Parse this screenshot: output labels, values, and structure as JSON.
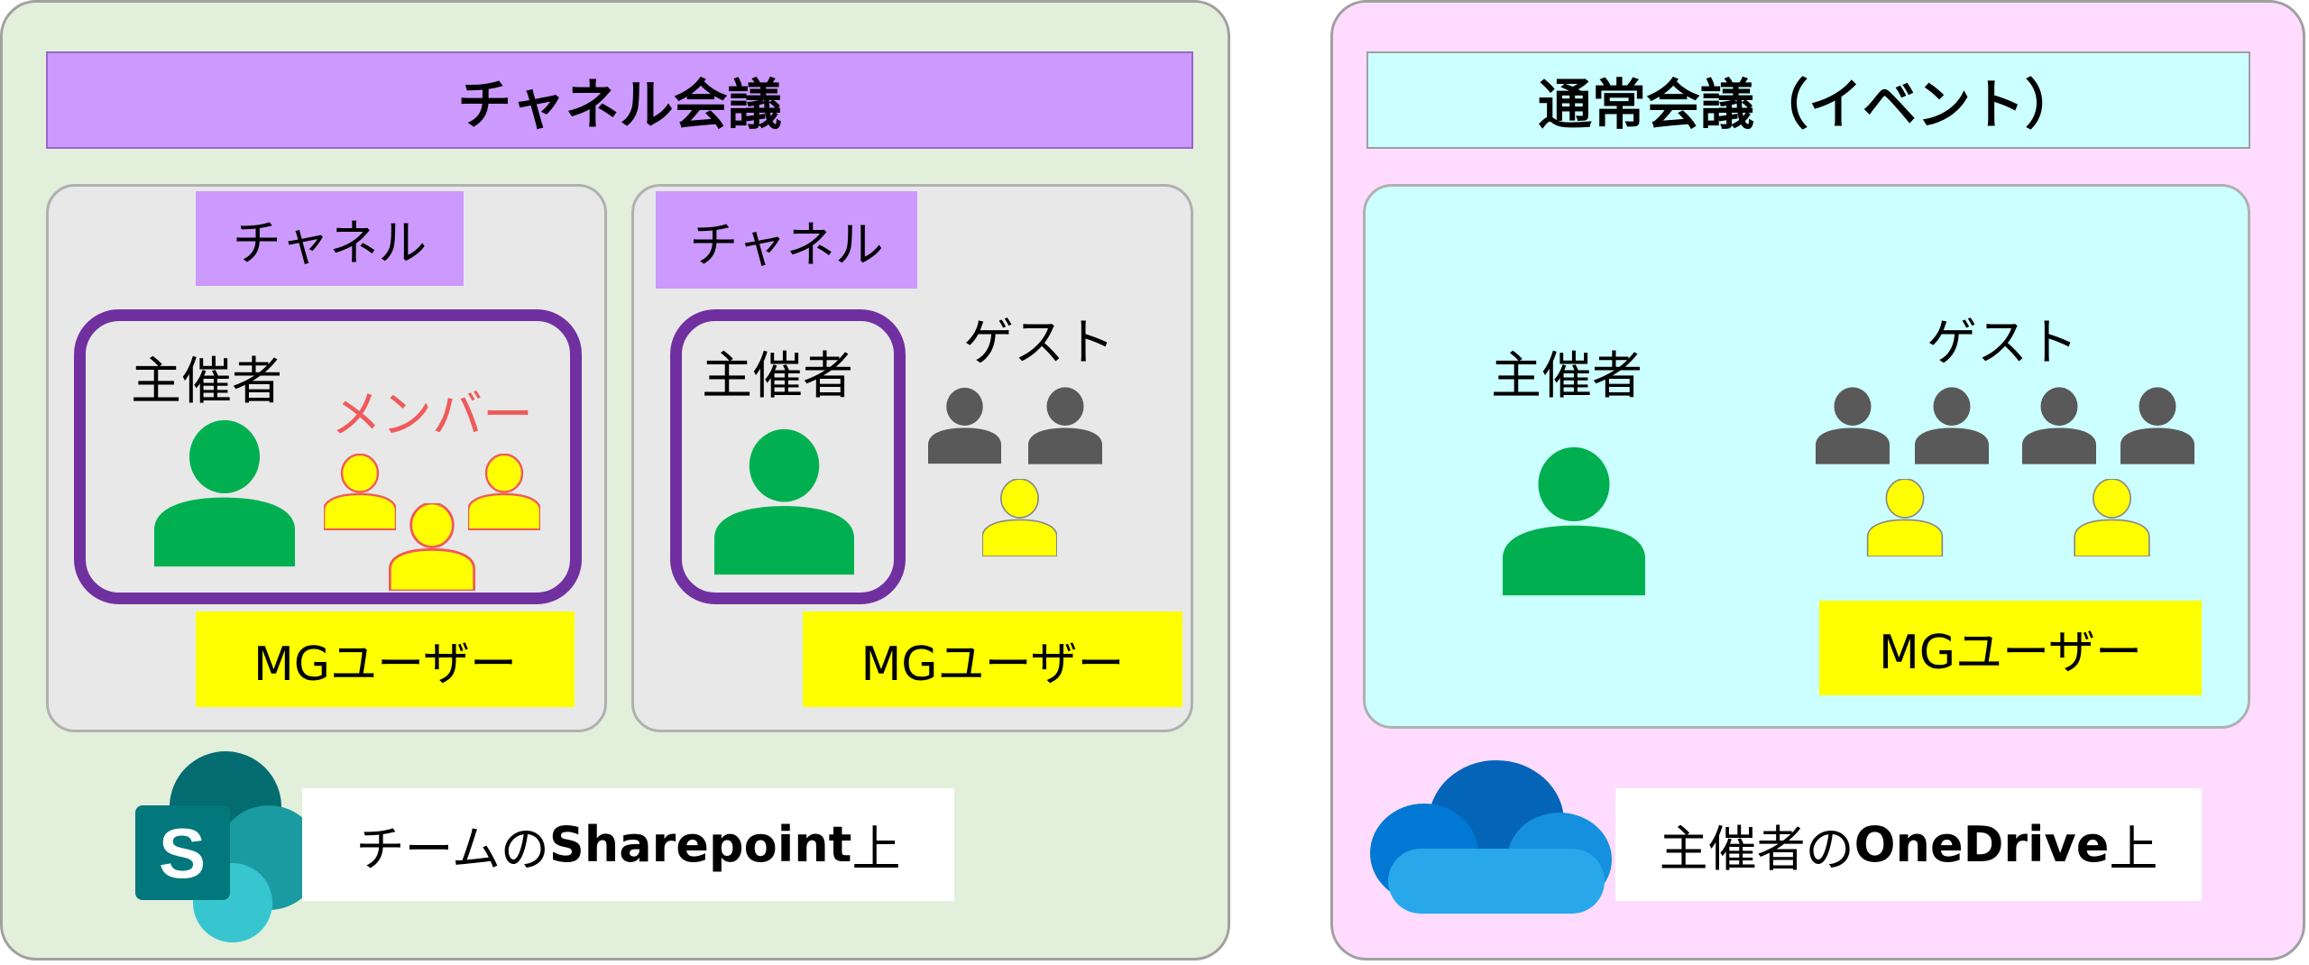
{
  "left": {
    "title": "チャネル会議",
    "cards": [
      {
        "channel_label": "チャネル",
        "organizer_label": "主催者",
        "member_label": "メンバー",
        "mg_label": "MGユーザー"
      },
      {
        "channel_label": "チャネル",
        "organizer_label": "主催者",
        "guest_label": "ゲスト",
        "mg_label": "MGユーザー"
      }
    ],
    "storage": {
      "prefix": "チームの",
      "name": "Sharepoint",
      "suffix": "上"
    },
    "icon": "sharepoint-icon"
  },
  "right": {
    "title": "通常会議（イベント）",
    "organizer_label": "主催者",
    "guest_label": "ゲスト",
    "mg_label": "MGユーザー",
    "storage": {
      "prefix": "主催者の",
      "name": "OneDrive",
      "suffix": "上"
    },
    "icon": "onedrive-icon"
  },
  "colors": {
    "organizer": "#00b050",
    "member": "#ffff00",
    "member_outline": "#f05a5a",
    "guest": "#595959",
    "channel_ring": "#7030a0"
  }
}
